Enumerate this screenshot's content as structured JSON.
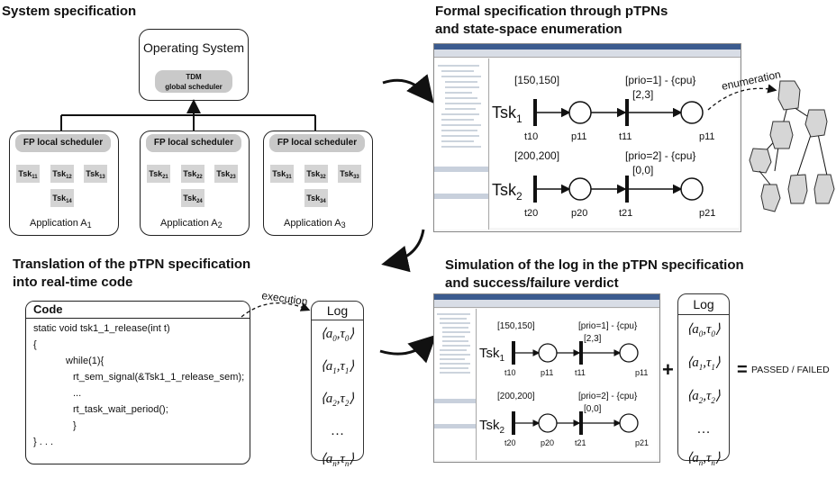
{
  "sections": {
    "system_spec": "System specification",
    "formal_spec_line1": "Formal specification through pTPNs",
    "formal_spec_line2": "and state-space enumeration",
    "translation_line1": "Translation of the pTPN specification",
    "translation_line2": "into real-time code",
    "simulation_line1": "Simulation of the  log in the pTPN specification",
    "simulation_line2": "and success/failure verdict"
  },
  "system": {
    "os_label": "Operating System",
    "tdm_line1": "TDM",
    "tdm_line2": "global scheduler",
    "fp_label": "FP local scheduler",
    "apps": [
      {
        "name": "Application A",
        "sub": "1",
        "tasks": [
          [
            "Tsk",
            "11"
          ],
          [
            "Tsk",
            "12"
          ],
          [
            "Tsk",
            "13"
          ],
          [
            "Tsk",
            "14"
          ]
        ]
      },
      {
        "name": "Application A",
        "sub": "2",
        "tasks": [
          [
            "Tsk",
            "21"
          ],
          [
            "Tsk",
            "22"
          ],
          [
            "Tsk",
            "23"
          ],
          [
            "Tsk",
            "24"
          ]
        ]
      },
      {
        "name": "Application A",
        "sub": "3",
        "tasks": [
          [
            "Tsk",
            "31"
          ],
          [
            "Tsk",
            "32"
          ],
          [
            "Tsk",
            "33"
          ],
          [
            "Tsk",
            "34"
          ]
        ]
      }
    ]
  },
  "petri": {
    "enumeration": "enumeration",
    "tsk1": "Tsk",
    "tsk1_sub": "1",
    "tsk2": "Tsk",
    "tsk2_sub": "2",
    "t10_interval": "[150,150]",
    "t11_label": "[prio=1] - {cpu}",
    "t11_interval": "[2,3]",
    "t20_interval": "[200,200]",
    "t21_label": "[prio=2] - {cpu}",
    "t21_interval": "[0,0]",
    "t10": "t10",
    "p11": "p11",
    "t11": "t11",
    "p11b": "p11",
    "t20": "t20",
    "p20": "p20",
    "t21": "t21",
    "p21": "p21"
  },
  "code": {
    "header": "Code",
    "lines": [
      "static void tsk1_1_release(int t)",
      "{",
      "while(1){",
      "rt_sem_signal(&Tsk1_1_release_sem);",
      "...",
      "rt_task_wait_period();",
      "}",
      "}  . . ."
    ],
    "execution": "execution"
  },
  "log": {
    "header": "Log",
    "entries": [
      [
        "a",
        "0",
        "τ",
        "0"
      ],
      [
        "a",
        "1",
        "τ",
        "1"
      ],
      [
        "a",
        "2",
        "τ",
        "2"
      ],
      [
        "a",
        "n",
        "τ",
        "n"
      ]
    ],
    "ellipsis": "…"
  },
  "verdict": {
    "plus": "+",
    "equals": "=",
    "text": "PASSED / FAILED"
  }
}
